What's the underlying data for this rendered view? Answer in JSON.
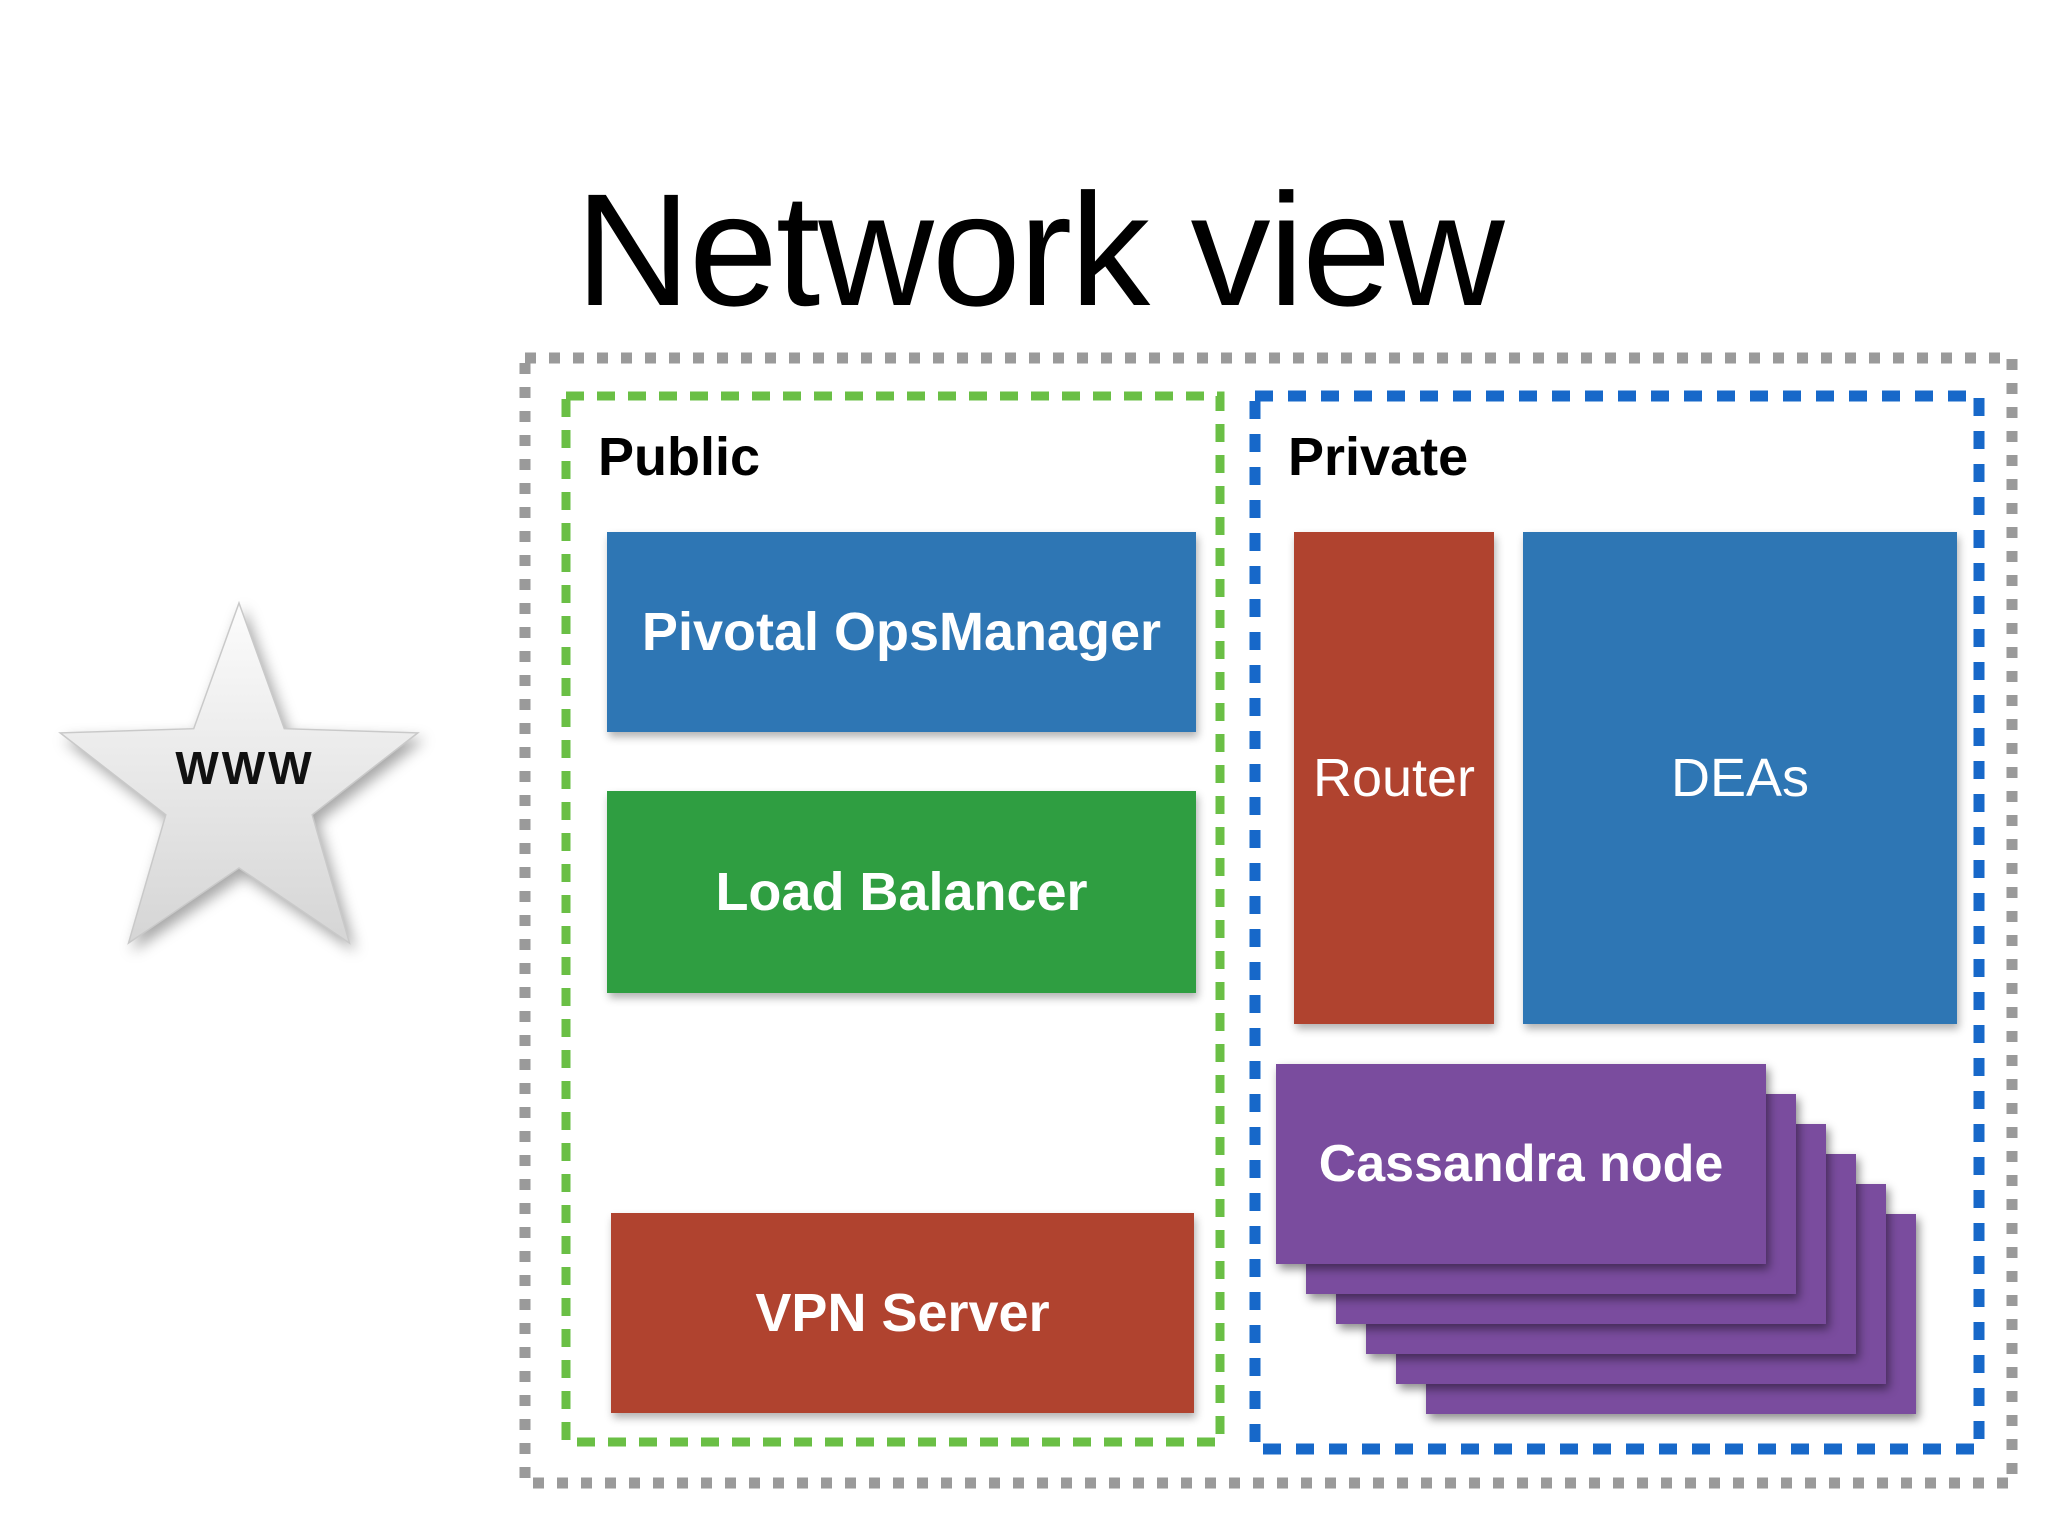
{
  "title": "Network view",
  "internet": {
    "label": "WWW"
  },
  "zones": {
    "public": {
      "label": "Public",
      "border_color": "#6ABF45",
      "boxes": [
        {
          "label": "Pivotal OpsManager",
          "color": "#2E76B4"
        },
        {
          "label": "Load Balancer",
          "color": "#2F9E41"
        },
        {
          "label": "VPN Server",
          "color": "#B0432F"
        }
      ]
    },
    "private": {
      "label": "Private",
      "border_color": "#1768C9",
      "boxes": [
        {
          "label": "Router",
          "color": "#B0432F"
        },
        {
          "label": "DEAs",
          "color": "#2E76B4"
        }
      ],
      "stack": {
        "label": "Cassandra node",
        "color": "#7A4C9E",
        "count": 6
      }
    }
  },
  "frame_color": "#9A9A9A",
  "star_fill_top": "#FCFCFC",
  "star_fill_bottom": "#D5D5D5"
}
